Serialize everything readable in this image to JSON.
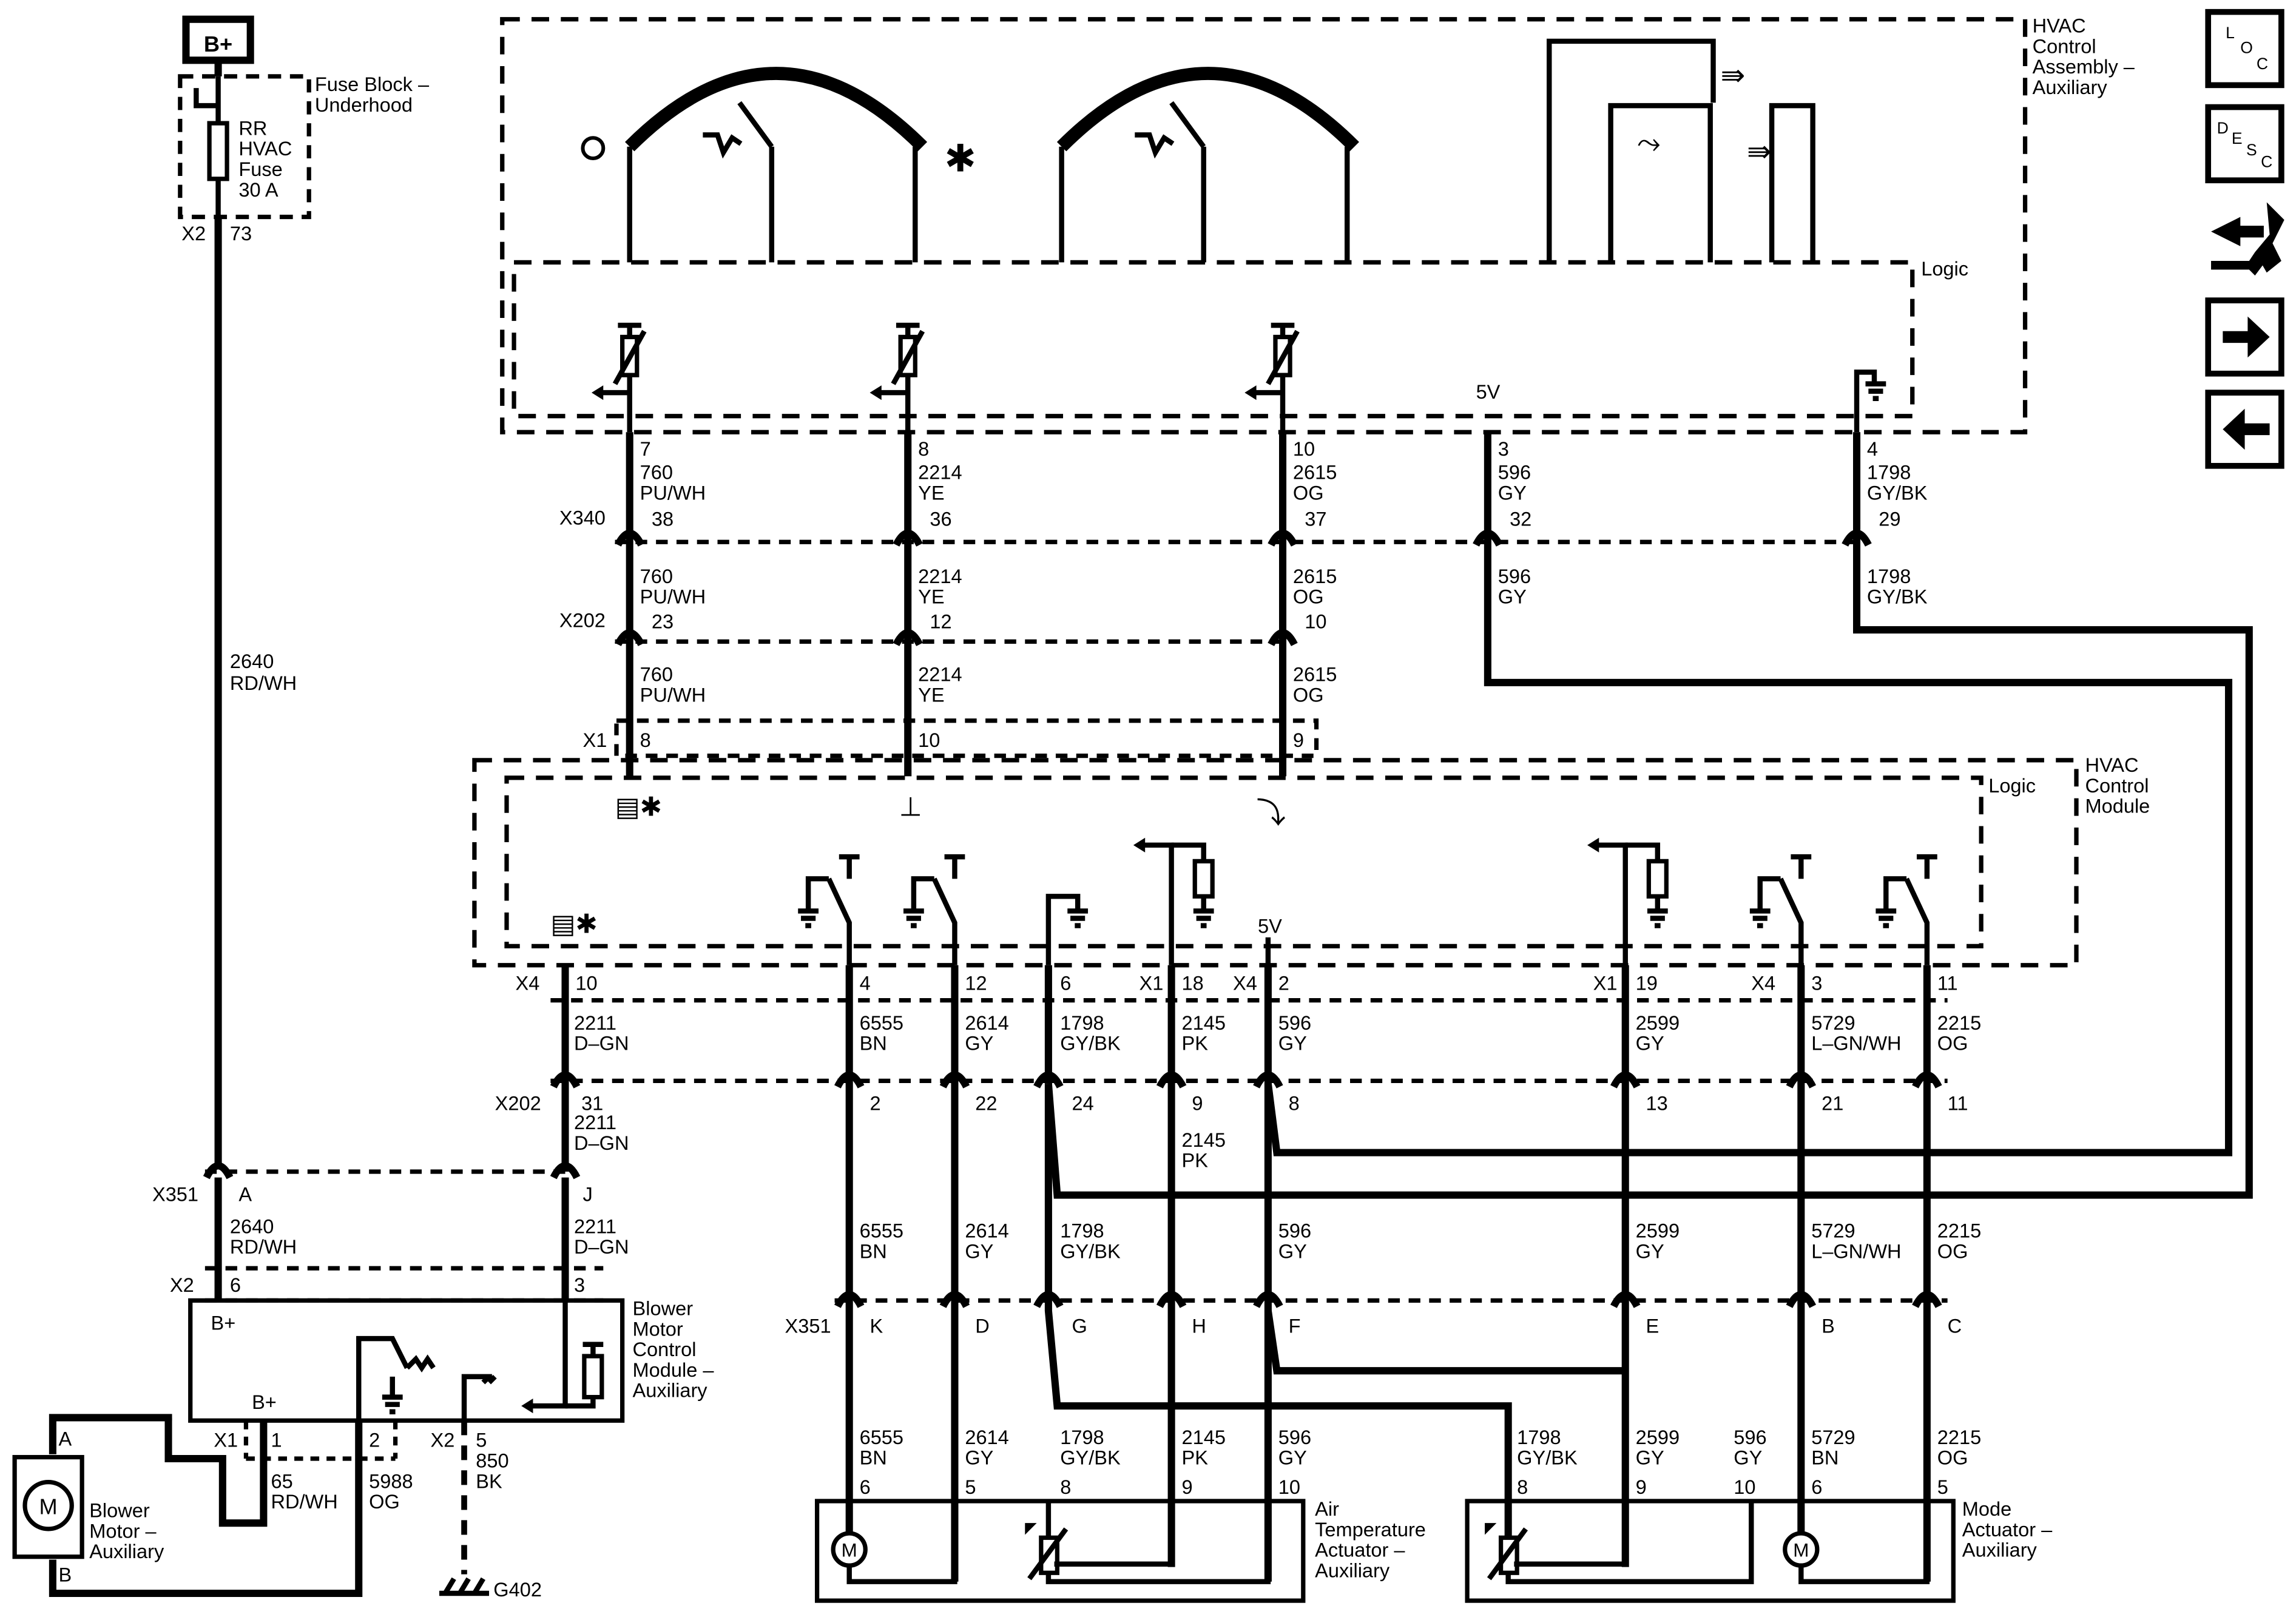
{
  "power": {
    "badge": "B+"
  },
  "fuse_block": {
    "title_lines": [
      "Fuse Block –",
      "Underhood"
    ],
    "fuse_lines": [
      "RR",
      "HVAC",
      "Fuse",
      "30 A"
    ],
    "conn": "X2",
    "pin": "73"
  },
  "feed_wire": {
    "circuit": "2640",
    "color": "RD/WH"
  },
  "hvac_control_assembly": {
    "title_lines": [
      "HVAC",
      "Control",
      "Assembly –",
      "Auxiliary"
    ],
    "logic": "Logic",
    "five_volt": "5V"
  },
  "hvac_control_module": {
    "title_lines": [
      "HVAC",
      "Control",
      "Module"
    ],
    "logic": "Logic",
    "five_volt": "5V"
  },
  "upper_circuits": [
    {
      "pin": "7",
      "circuit": "760",
      "color": "PU/WH",
      "x340": "38",
      "x202": "23",
      "x1": "8"
    },
    {
      "pin": "8",
      "circuit": "2214",
      "color": "YE",
      "x340": "36",
      "x202": "12",
      "x1": "10"
    },
    {
      "pin": "10",
      "circuit": "2615",
      "color": "OG",
      "x340": "37",
      "x202": "10",
      "x1": "9"
    },
    {
      "pin": "3",
      "circuit": "596",
      "color": "GY",
      "x340": "32"
    },
    {
      "pin": "4",
      "circuit": "1798",
      "color": "GY/BK",
      "x340": "29"
    }
  ],
  "connectors": {
    "x340": "X340",
    "x202": "X202",
    "x1": "X1",
    "x4": "X4",
    "x351": "X351",
    "x2": "X2"
  },
  "module_pins": [
    {
      "conn": "X4",
      "pin": "10",
      "circuit": "2211",
      "color": "D–GN",
      "x202": "31"
    },
    {
      "pin": "4",
      "circuit": "6555",
      "color": "BN",
      "x202": "2"
    },
    {
      "pin": "12",
      "circuit": "2614",
      "color": "GY",
      "x202": "22"
    },
    {
      "pin": "6",
      "circuit": "1798",
      "color": "GY/BK",
      "x202": "24"
    },
    {
      "conn": "X1",
      "pin": "18",
      "circuit": "2145",
      "color": "PK",
      "x202": "9"
    },
    {
      "conn": "X4",
      "pin": "2",
      "circuit": "596",
      "color": "GY",
      "x202": "8"
    },
    {
      "conn": "X1",
      "pin": "19",
      "circuit": "2599",
      "color": "GY",
      "x202": "13"
    },
    {
      "conn": "X4",
      "pin": "3",
      "circuit": "5729",
      "color": "L–GN/WH",
      "x202": "21"
    },
    {
      "pin": "11",
      "circuit": "2215",
      "color": "OG",
      "x202": "11"
    }
  ],
  "mid_2145": {
    "circuit": "2145",
    "color": "PK"
  },
  "x351_row": [
    {
      "pin": "K",
      "circuit": "6555",
      "color": "BN"
    },
    {
      "pin": "D",
      "circuit": "2614",
      "color": "GY"
    },
    {
      "pin": "G",
      "circuit": "1798",
      "color": "GY/BK"
    },
    {
      "pin": "H"
    },
    {
      "pin": "F",
      "circuit": "596",
      "color": "GY"
    },
    {
      "pin": "E",
      "circuit": "2599",
      "color": "GY"
    },
    {
      "pin": "B",
      "circuit": "5729",
      "color": "L–GN/WH"
    },
    {
      "pin": "C",
      "circuit": "2215",
      "color": "OG"
    }
  ],
  "x351_left": {
    "a": "A",
    "j": "J",
    "a_circuit": "2640",
    "a_color": "RD/WH",
    "j_circuit": "2211",
    "j_color": "D–GN"
  },
  "blower_module": {
    "title_lines": [
      "Blower",
      "Motor",
      "Control",
      "Module –",
      "Auxiliary"
    ],
    "bplus_top": "B+",
    "bplus_low": "B+",
    "x2_pin_a": "6",
    "x2_pin_b": "3",
    "x1_pins": [
      "1",
      "2"
    ],
    "x2_pin_c": "5"
  },
  "blower_wires": [
    {
      "circuit": "65",
      "color": "RD/WH"
    },
    {
      "circuit": "5988",
      "color": "OG"
    },
    {
      "circuit": "850",
      "color": "BK"
    }
  ],
  "blower_motor": {
    "title_lines": [
      "Blower",
      "Motor –",
      "Auxiliary"
    ],
    "pin_a": "A",
    "pin_b": "B",
    "symbol": "M"
  },
  "ground": {
    "label": "G402"
  },
  "air_temp_actuator": {
    "title_lines": [
      "Air",
      "Temperature",
      "Actuator –",
      "Auxiliary"
    ],
    "wires": [
      {
        "circuit": "6555",
        "color": "BN",
        "pin": "6"
      },
      {
        "circuit": "2614",
        "color": "GY",
        "pin": "5"
      },
      {
        "circuit": "1798",
        "color": "GY/BK",
        "pin": "8"
      },
      {
        "circuit": "2145",
        "color": "PK",
        "pin": "9"
      },
      {
        "circuit": "596",
        "color": "GY",
        "pin": "10"
      }
    ]
  },
  "mode_actuator": {
    "title_lines": [
      "Mode",
      "Actuator –",
      "Auxiliary"
    ],
    "wires": [
      {
        "circuit": "1798",
        "color": "GY/BK",
        "pin": "8"
      },
      {
        "circuit": "2599",
        "color": "GY",
        "pin": "9"
      },
      {
        "circuit": "596",
        "color": "GY",
        "pin": "10"
      },
      {
        "circuit": "5729",
        "color": "BN",
        "pin": "6"
      },
      {
        "circuit": "2215",
        "color": "OG",
        "pin": "5"
      }
    ]
  },
  "nav": {
    "loc": [
      "L",
      "O",
      "C"
    ],
    "desc": [
      "D",
      "E",
      "S",
      "C"
    ]
  }
}
